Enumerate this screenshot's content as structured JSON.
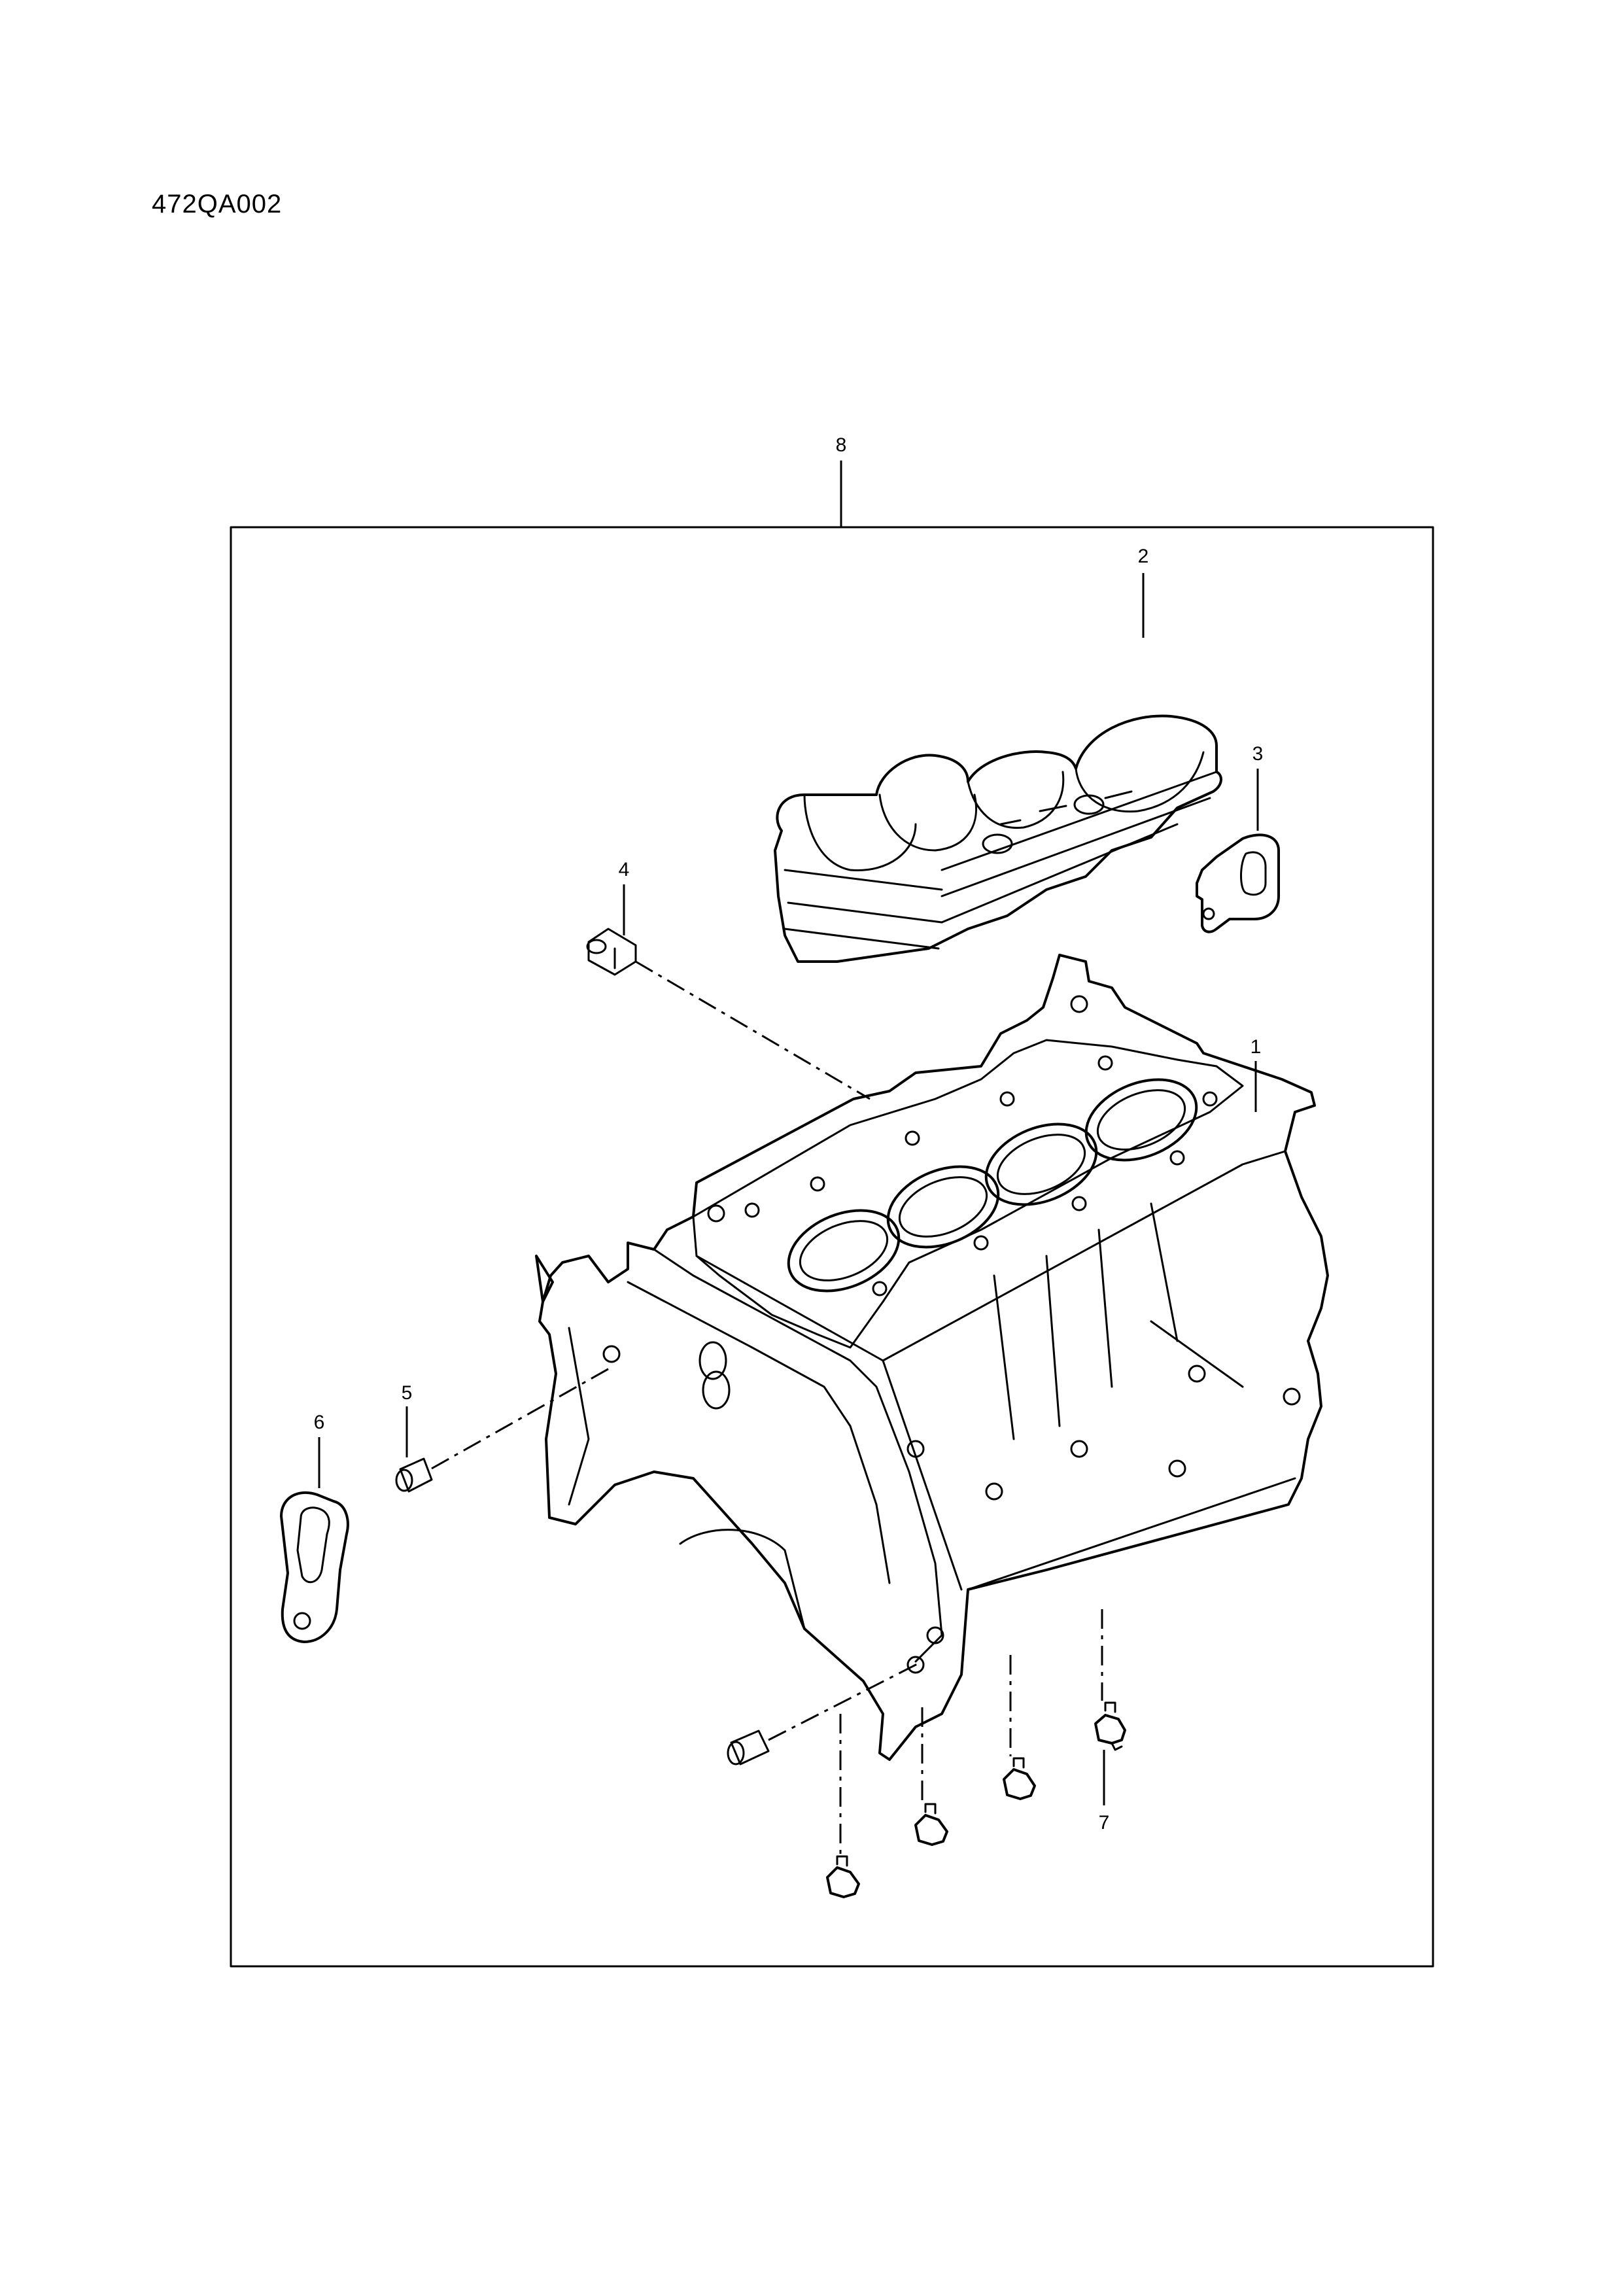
{
  "diagram_code": "472QA002",
  "callouts": {
    "c1": "1",
    "c2": "2",
    "c3": "3",
    "c4": "4",
    "c5": "5",
    "c6": "6",
    "c7": "7",
    "c8": "8"
  }
}
